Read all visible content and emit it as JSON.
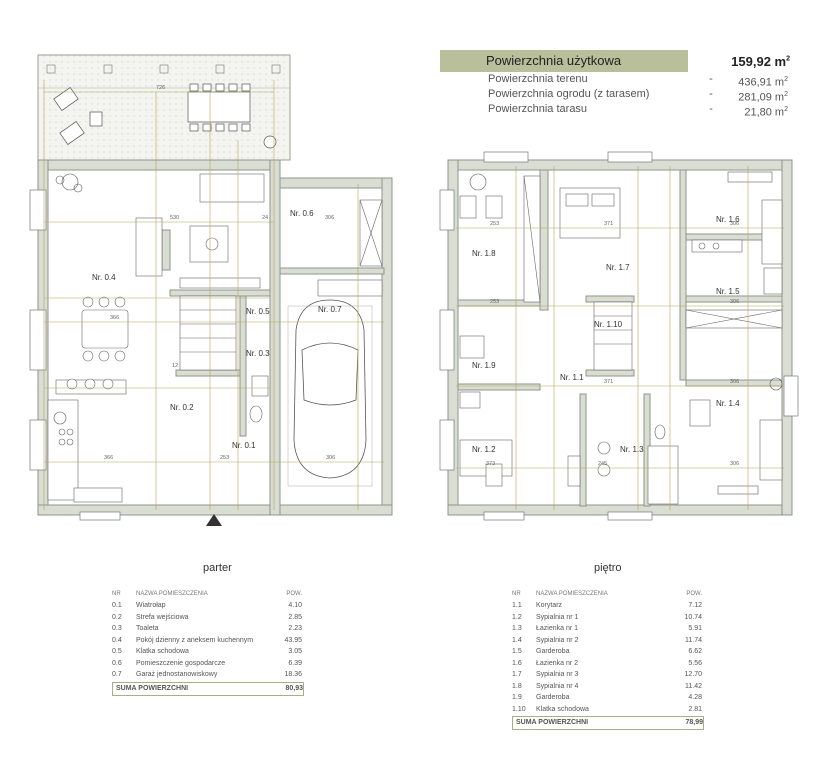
{
  "summary": {
    "header_label": "Powierzchnia użytkowa",
    "header_value": "159,92 m",
    "rows": [
      {
        "name": "Powierzchnia terenu",
        "dash": "-",
        "value": "436,91 m"
      },
      {
        "name": "Powierzchnia ogrodu (z tarasem)",
        "dash": "-",
        "value": "281,09 m"
      },
      {
        "name": "Powierzchnia tarasu",
        "dash": "-",
        "value": "21,80 m"
      }
    ],
    "sup": "2"
  },
  "parter": {
    "title": "parter",
    "table": {
      "col_nr": "NR",
      "col_name": "NAZWA POMIESZCZENIA",
      "col_area": "POW.",
      "rows": [
        {
          "nr": "0.1",
          "name": "Wiatrołap",
          "area": "4.10"
        },
        {
          "nr": "0.2",
          "name": "Strefa wejściowa",
          "area": "2.85"
        },
        {
          "nr": "0.3",
          "name": "Toaleta",
          "area": "2.23"
        },
        {
          "nr": "0.4",
          "name": "Pokój dzienny z aneksem kuchennym",
          "area": "43.95"
        },
        {
          "nr": "0.5",
          "name": "Klatka schodowa",
          "area": "3.05"
        },
        {
          "nr": "0.6",
          "name": "Pomieszczenie gospodarcze",
          "area": "6.39"
        },
        {
          "nr": "0.7",
          "name": "Garaż jednostanowiskowy",
          "area": "18.36"
        }
      ],
      "total_label": "SUMA POWIERZCHNI",
      "total_value": "80,93"
    },
    "labels": {
      "r01": "Nr. 0.1",
      "r02": "Nr. 0.2",
      "r03": "Nr. 0.3",
      "r04": "Nr. 0.4",
      "r05": "Nr. 0.5",
      "r06": "Nr. 0.6",
      "r07": "Nr. 0.7"
    },
    "dims": {
      "d726": "726",
      "d530": "530",
      "d306a": "306",
      "d366a": "366",
      "d366b": "366",
      "d306b": "306",
      "d253": "253",
      "d24": "24",
      "d12": "12"
    }
  },
  "pietro": {
    "title": "piętro",
    "table": {
      "col_nr": "NR",
      "col_name": "NAZWA POMIESZCZENIA",
      "col_area": "POW.",
      "rows": [
        {
          "nr": "1.1",
          "name": "Korytarz",
          "area": "7.12"
        },
        {
          "nr": "1.2",
          "name": "Sypialnia nr 1",
          "area": "10.74"
        },
        {
          "nr": "1.3",
          "name": "Łazienka nr 1",
          "area": "5.91"
        },
        {
          "nr": "1.4",
          "name": "Sypialnia nr 2",
          "area": "11.74"
        },
        {
          "nr": "1.5",
          "name": "Garderoba",
          "area": "6.62"
        },
        {
          "nr": "1.6",
          "name": "Łazienka nr 2",
          "area": "5.56"
        },
        {
          "nr": "1.7",
          "name": "Sypialnia nr 3",
          "area": "12.70"
        },
        {
          "nr": "1.8",
          "name": "Sypialnia nr 4",
          "area": "11.42"
        },
        {
          "nr": "1.9",
          "name": "Garderoba",
          "area": "4.28"
        },
        {
          "nr": "1.10",
          "name": "Klatka schodowa",
          "area": "2.81"
        }
      ],
      "total_label": "SUMA POWIERZCHNI",
      "total_value": "78,99"
    },
    "labels": {
      "r11": "Nr. 1.1",
      "r12": "Nr. 1.2",
      "r13": "Nr. 1.3",
      "r14": "Nr. 1.4",
      "r15": "Nr. 1.5",
      "r16": "Nr. 1.6",
      "r17": "Nr. 1.7",
      "r18": "Nr. 1.8",
      "r19": "Nr. 1.9",
      "r110": "Nr. 1.10"
    },
    "dims": {
      "d253a": "253",
      "d371a": "371",
      "d306a": "306",
      "d253b": "253",
      "d306b": "306",
      "d371b": "371",
      "d306c": "306",
      "d373": "373",
      "d245": "245",
      "d306d": "306"
    }
  },
  "colors": {
    "wall": "#8e9688",
    "wall_fill": "#d9ddd3",
    "guide": "#b5a65a",
    "accent": "#b8bf9a"
  }
}
